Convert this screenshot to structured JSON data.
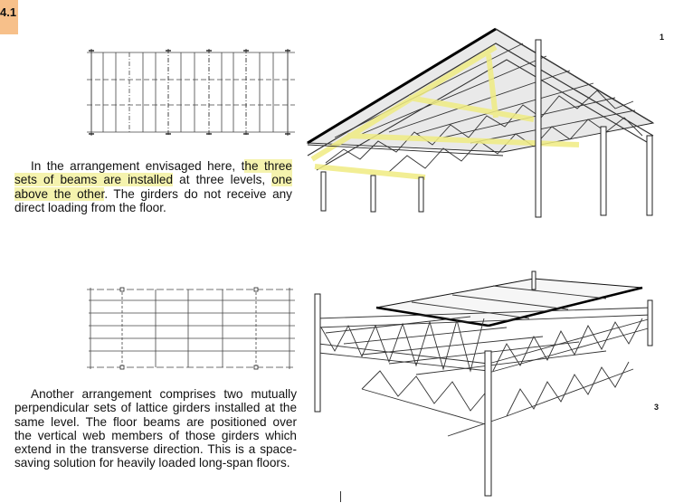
{
  "section_badge": "4.1",
  "figure_numbers": {
    "top": "1",
    "bottom": "3"
  },
  "paragraph1": {
    "before": "In the arrangement envisaged here, t",
    "highlight1": "he three sets of beams are installed",
    "middle": " at three levels, ",
    "highlight2": "one above the other",
    "after": ". The girders do not receive any direct loading from the floor."
  },
  "paragraph2": "Another arrangement comprises two mutually perpendicular sets of lattice girders installed at the same level. The floor beams are positioned over the vertical web members of those girders which extend in the transverse direction. This is a space-saving solution for heavily loaded long-span floors.",
  "colors": {
    "badge": "#f7c08a",
    "highlight": "#f0ec82",
    "line": "#333333"
  }
}
